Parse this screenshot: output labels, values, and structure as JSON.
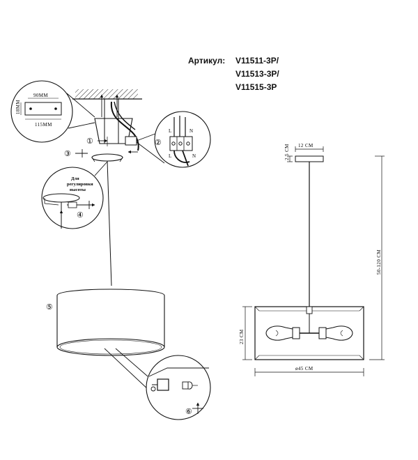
{
  "article": {
    "label": "Артикул:",
    "codes": [
      "V11511-3P/",
      "V11513-3P/",
      "V11515-3P"
    ]
  },
  "install": {
    "bracket_dim_top": "90MM",
    "bracket_dim_bottom": "115MM",
    "bracket_dim_side": "18MM",
    "height_note": [
      "Для",
      "регулировки",
      "высоты"
    ],
    "terminal_labels": [
      "L",
      "N",
      "L",
      "N"
    ],
    "steps": [
      "①",
      "②",
      "③",
      "④",
      "⑤",
      "⑥"
    ]
  },
  "dimensions": {
    "canopy_width": "12 СМ",
    "canopy_height": "2.5 СМ",
    "total_height": "50-120 СМ",
    "shade_height": "23 СМ",
    "shade_diameter": "ø45 СМ"
  }
}
